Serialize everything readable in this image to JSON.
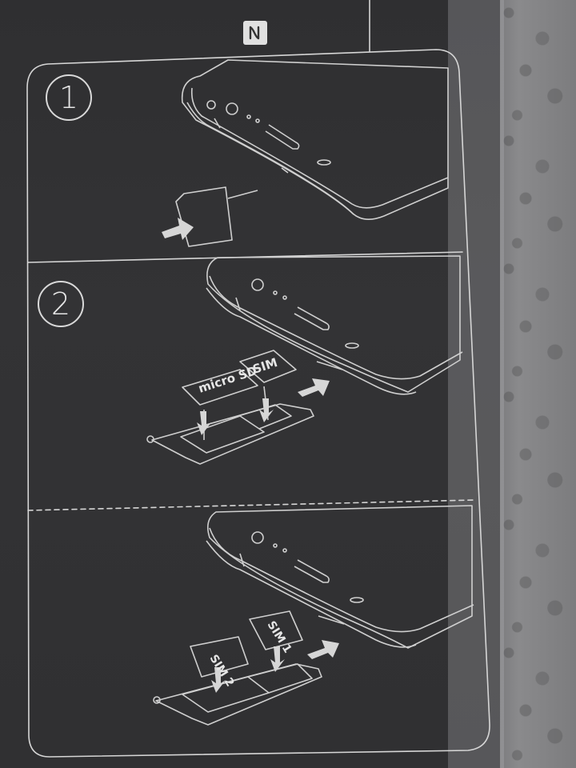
{
  "steps": [
    {
      "number": "1"
    },
    {
      "number": "2"
    }
  ],
  "labels": {
    "micro_sd": "micro SD",
    "sim": "SIM",
    "sim1": "SIM 1",
    "sim2": "SIM 2"
  },
  "icons": [
    "nfc-icon",
    "arrow-right-icon",
    "sim-eject-pin-icon"
  ],
  "colors": {
    "panel": "#313133",
    "line": "#d6d6d6",
    "film": "#8a8a8c"
  }
}
